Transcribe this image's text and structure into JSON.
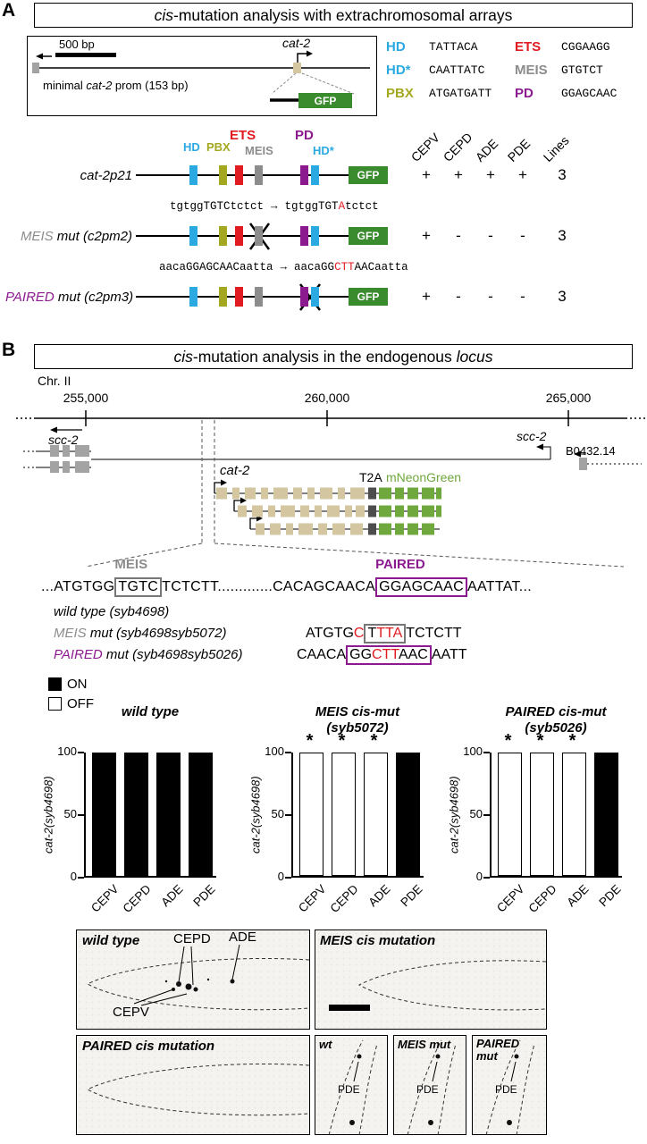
{
  "colors": {
    "hd_blue": "#2BAAE2",
    "pbx_green": "#A4A820",
    "ets_red": "#E11B22",
    "meis_gray": "#8C8C8C",
    "pd_purple": "#8C1A8F",
    "gfp_green": "#3A8A2E",
    "mneon_green": "#6FA83C",
    "exon_tan": "#D4C6A0",
    "t2a_gray": "#4D4D4D",
    "mut_red": "#E11B22",
    "micro_bg": "#f4f3f0"
  },
  "panel_a": {
    "label": "A",
    "title": {
      "italic": "cis",
      "rest": "-mutation analysis with extrachromosomal arrays"
    },
    "inset": {
      "scale_label": "500 bp",
      "gene_label": "cat-2",
      "caption_pre": "minimal ",
      "caption_italic": "cat-2",
      "caption_post": " prom (153 bp)",
      "gfp": "GFP"
    },
    "motifs": [
      {
        "name": "HD",
        "seq": "TATTACA"
      },
      {
        "name": "HD*",
        "seq": "CAATTATC"
      },
      {
        "name": "PBX",
        "seq": "ATGATGATT"
      },
      {
        "name": "ETS",
        "seq": "CGGAAGG"
      },
      {
        "name": "MEIS",
        "seq": "GTGTCT"
      },
      {
        "name": "PD",
        "seq": "GGAGCAAC"
      }
    ],
    "result_headers": [
      "CEPV",
      "CEPD",
      "ADE",
      "PDE",
      "Lines"
    ],
    "row1": {
      "name": "cat-2p21",
      "labels": {
        "hd": "HD",
        "pbx": "PBX",
        "ets": "ETS",
        "meis": "MEIS",
        "pd": "PD",
        "hdstar": "HD*"
      },
      "gfp": "GFP",
      "results": [
        "+",
        "+",
        "+",
        "+"
      ],
      "lines": "3"
    },
    "row2": {
      "name_italic": "MEIS",
      "name_rest": " mut (c2pm2)",
      "seq_wt": "tgtggTGTCtctct",
      "arrow": "→",
      "seq_mut_pre": "tgtggTGT",
      "seq_mut_red": "A",
      "seq_mut_post": "tctct",
      "gfp": "GFP",
      "results": [
        "+",
        "-",
        "-",
        "-"
      ],
      "lines": "3"
    },
    "row3": {
      "name_italic": "PAIRED",
      "name_rest": " mut (c2pm3)",
      "seq_wt": "aacaGGAGCAACaatta",
      "arrow": "→",
      "seq_mut_pre": "aacaGG",
      "seq_mut_red": "CTT",
      "seq_mut_post": "AACaatta",
      "gfp": "GFP",
      "results": [
        "+",
        "-",
        "-",
        "-"
      ],
      "lines": "3"
    }
  },
  "panel_b": {
    "label": "B",
    "title": {
      "italic1": "cis",
      "mid": "-mutation analysis in the endogenous ",
      "italic2": "locus"
    },
    "chromosome": {
      "name": "Chr. II",
      "coords": [
        "255,000",
        "260,000",
        "265,000"
      ],
      "scc2_left": "scc-2",
      "scc2_right": "scc-2",
      "b0432": "B0432.14",
      "cat2": "cat-2",
      "t2a": "T2A",
      "mneon": "mNeonGreen"
    },
    "zoom": {
      "meis_label": "MEIS",
      "paired_label": "PAIRED",
      "seq_pre": "...ATGTGG",
      "meis_box": "TGTC",
      "seq_mid": "TCTCTT.............CACAGCAACA",
      "paired_box": "GGAGCAAC",
      "seq_post": "AATTAT..."
    },
    "alleles": {
      "wt": {
        "italic": "wild type",
        "rest": " (syb4698)"
      },
      "meis": {
        "italic": "MEIS",
        "rest": " mut (syb4698syb5072)",
        "seq_pre": "ATGTG",
        "seq_red": "C",
        "box_black": "T",
        "box_red": "TTA",
        "seq_post": "TCTCTT"
      },
      "paired": {
        "italic": "PAIRED",
        "rest": " mut (syb4698syb5026)",
        "seq_pre": "CAACA",
        "box_pre": "GG",
        "box_red": "CTT",
        "box_post": "AAC",
        "seq_post": "AATT"
      }
    },
    "legend": {
      "on": "ON",
      "off": "OFF"
    }
  },
  "chart_data": [
    {
      "type": "bar",
      "title_line1": "wild type",
      "title_line2": "",
      "categories": [
        "CEPV",
        "CEPD",
        "ADE",
        "PDE"
      ],
      "values": [
        100,
        100,
        100,
        100
      ],
      "fills": [
        "on",
        "on",
        "on",
        "on"
      ],
      "significance": [
        "",
        "",
        "",
        ""
      ],
      "ylabel": "cat-2(syb4698)",
      "ylim": [
        0,
        100
      ],
      "yticks": [
        0,
        50,
        100
      ]
    },
    {
      "type": "bar",
      "title_line1": "MEIS cis-mut",
      "title_line2": "(syb5072)",
      "categories": [
        "CEPV",
        "CEPD",
        "ADE",
        "PDE"
      ],
      "values": [
        100,
        100,
        100,
        100
      ],
      "fills": [
        "off",
        "off",
        "off",
        "on"
      ],
      "significance": [
        "*",
        "*",
        "*",
        ""
      ],
      "ylabel": "cat-2(syb4698)",
      "ylim": [
        0,
        100
      ],
      "yticks": [
        0,
        50,
        100
      ]
    },
    {
      "type": "bar",
      "title_line1": "PAIRED cis-mut",
      "title_line2": "(syb5026)",
      "categories": [
        "CEPV",
        "CEPD",
        "ADE",
        "PDE"
      ],
      "values": [
        100,
        100,
        100,
        100
      ],
      "fills": [
        "off",
        "off",
        "off",
        "on"
      ],
      "significance": [
        "*",
        "*",
        "*",
        ""
      ],
      "ylabel": "cat-2(syb4698)",
      "ylim": [
        0,
        100
      ],
      "yticks": [
        0,
        50,
        100
      ]
    }
  ],
  "micrographs": {
    "wt": {
      "title": "wild type",
      "cepd": "CEPD",
      "ade": "ADE",
      "cepv": "CEPV"
    },
    "meis": {
      "title": "MEIS cis mutation"
    },
    "paired": {
      "title": "PAIRED cis mutation"
    },
    "small": [
      {
        "title": "wt",
        "pde": "PDE"
      },
      {
        "title": "MEIS mut",
        "pde": "PDE"
      },
      {
        "title": "PAIRED mut",
        "pde": "PDE"
      }
    ]
  }
}
